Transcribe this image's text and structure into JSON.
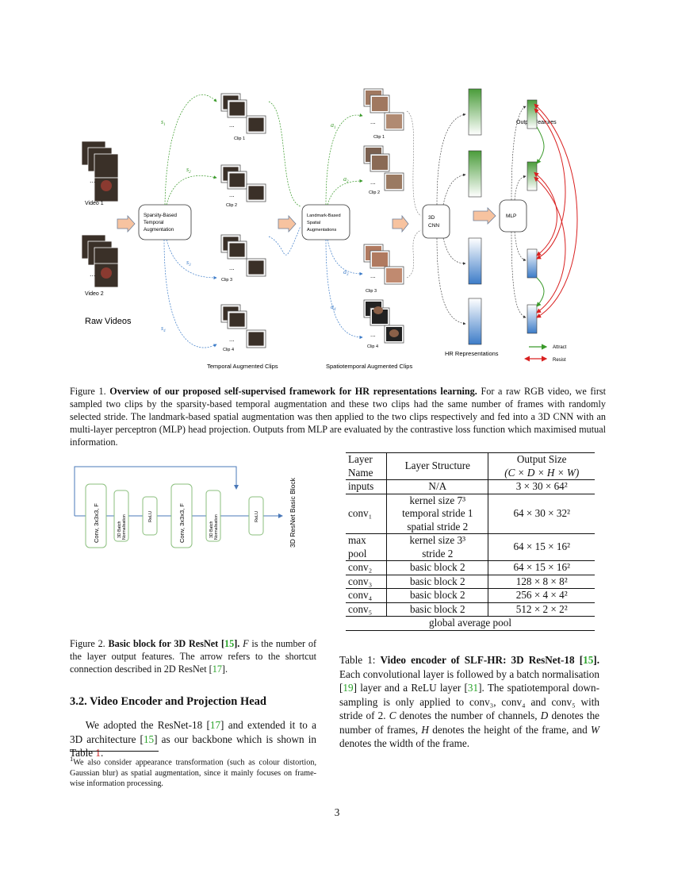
{
  "figure1": {
    "raw_videos": "Raw Videos",
    "video1": "Video 1",
    "video2": "Video 2",
    "sparsity_box": [
      "Sparsity-Based",
      "Temporal",
      "Augmentation"
    ],
    "landmark_box": [
      "Landmark-Based",
      "Spatial",
      "Augmentations"
    ],
    "cnn_box": [
      "3D",
      "CNN"
    ],
    "mlp_box": "MLP",
    "s1": "s",
    "s_subs": [
      "1",
      "2",
      "3",
      "4"
    ],
    "a": "a",
    "clips_left": [
      "Clip 1",
      "Clip 2",
      "Clip 3",
      "Clip 4"
    ],
    "clips_right": [
      "Clip 1",
      "Clip 2",
      "Clip 3",
      "Clip 4"
    ],
    "temporal_label": "Temporal Augmented Clips",
    "spatiotemporal_label": "Spatiotemporal Augmented Clips",
    "hr_label": "HR Representations",
    "output_label": "Output Features",
    "legend_attract": "Attract",
    "legend_resist": "Resist",
    "dots": "...",
    "colors": {
      "attract": "#3a9a2a",
      "resist": "#d92020",
      "green_feat": "#4a9c3a",
      "blue_feat": "#3d7cc8",
      "arrow_fill": "#f7c3a0",
      "arrow_stroke": "#6e7f99"
    }
  },
  "figure1_caption": {
    "label": "Figure 1.",
    "bold": "Overview of our proposed self-supervised framework for HR representations learning.",
    "rest": "For a raw RGB video, we first sampled two clips by the sparsity-based temporal augmentation and these two clips had the same number of frames with randomly selected stride. The landmark-based spatial augmentation was then applied to the two clips respectively and fed into a 3D CNN with an multi-layer perceptron (MLP) head projection. Outputs from MLP are evaluated by the contrastive loss function which maximised mutual information."
  },
  "figure2": {
    "blocks": [
      "Conv, 3x3x3, F",
      "3D Batch Normalisation",
      "ReLU",
      "Conv, 3x3x3, F",
      "3D Batch Normalisation",
      "ReLU"
    ],
    "side_label": "3D ResNet Basic Block"
  },
  "figure2_caption": {
    "label": "Figure 2.",
    "bold": "Basic block for 3D ResNet [",
    "cite": "15",
    "bold_end": "].",
    "var": "F",
    "rest1": "is the number of the layer output features. The arrow refers to the shortcut connection described in 2D ResNet [",
    "cite2": "17",
    "rest2": "]."
  },
  "section": {
    "heading": "3.2. Video Encoder and Projection Head",
    "p1": "We adopted the ResNet-18 [",
    "c1": "17",
    "p2": "] and extended it to a 3D architecture [",
    "c2": "15",
    "p3": "] as our backbone which is shown in Table ",
    "c3": "1",
    "p4": ".",
    "fn_mark": "1"
  },
  "footnote": {
    "mark": "1",
    "text": "We also consider appearance transformation (such as colour distortion, Gaussian blur) as spatial augmentation, since it mainly focuses on frame-wise information processing."
  },
  "table1": {
    "header": {
      "col1": [
        "Layer",
        "Name"
      ],
      "col2": "Layer Structure",
      "col3": "Output Size",
      "col3_sub": "(C × D × H × W)"
    },
    "rows": [
      {
        "name": "inputs",
        "structure": [
          "N/A"
        ],
        "output": "3 × 30 × 64²"
      },
      {
        "name": "conv₁",
        "structure": [
          "kernel size 7³",
          "temporal stride 1",
          "spatial stride 2"
        ],
        "output": "64 × 30 × 32²"
      },
      {
        "name": "max pool",
        "name_lines": [
          "max",
          "pool"
        ],
        "structure": [
          "kernel size 3³",
          "stride 2"
        ],
        "output": "64 × 15 × 16²"
      },
      {
        "name": "conv₂",
        "structure": [
          "basic block 2"
        ],
        "output": "64 × 15 × 16²"
      },
      {
        "name": "conv₃",
        "structure": [
          "basic block 2"
        ],
        "output": "128 × 8 × 8²"
      },
      {
        "name": "conv₄",
        "structure": [
          "basic block 2"
        ],
        "output": "256 × 4 × 4²"
      },
      {
        "name": "conv₅",
        "structure": [
          "basic block 2"
        ],
        "output": "512 × 2 × 2²"
      }
    ],
    "footer": "global average pool"
  },
  "table1_caption": {
    "label": "Table 1:",
    "bold": "Video encoder of SLF-HR: 3D ResNet-18 [",
    "cite": "15",
    "bold_end": "].",
    "t1": "Each convolutional layer is followed by a batch normalisation [",
    "c1": "19",
    "t2": "] layer and a ReLU layer [",
    "c2": "31",
    "t3": "]. The spatiotemporal down-sampling is only applied to conv₃, conv₄ and conv₅ with stride of 2.",
    "t4": "C",
    "t5": "denotes the number of channels,",
    "t6": "D",
    "t7": "denotes the number of frames,",
    "t8": "H",
    "t9": "denotes the height of the frame, and",
    "t10": "W",
    "t11": "denotes the width of the frame."
  },
  "page_number": "3"
}
